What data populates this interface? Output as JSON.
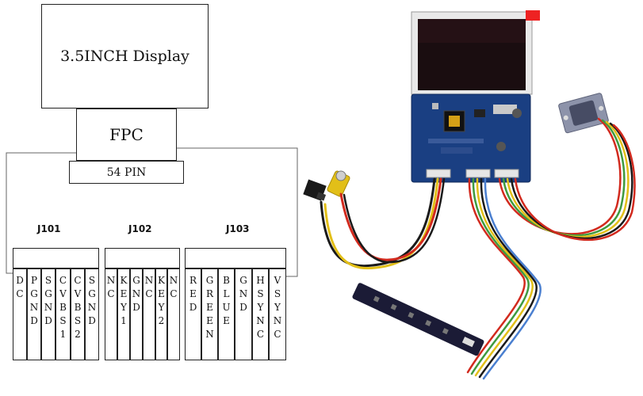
{
  "diagram": {
    "display_label": "3.5INCH Display",
    "fpc_label": "FPC",
    "pin_label": "54 PIN",
    "connectors": [
      {
        "name": "J101",
        "pins": [
          "DC",
          "PGND",
          "SGND",
          "CVBS1",
          "CVBS2",
          "SGND"
        ]
      },
      {
        "name": "J102",
        "pins": [
          "NC",
          "KEY1",
          "GND",
          "NC",
          "KEY2",
          "NC"
        ]
      },
      {
        "name": "J103",
        "pins": [
          "RED",
          "GREEN",
          "BLUE",
          "GND",
          "HSYNC",
          "VSYNC"
        ]
      }
    ]
  },
  "photo": {
    "colors": {
      "pcb": "#1a3f82",
      "screen": "#1a0d10",
      "wire_red": "#d22a1e",
      "wire_green": "#3f9a3f",
      "wire_yellow": "#e2bf18",
      "vga_body": "#8d93aa"
    }
  }
}
